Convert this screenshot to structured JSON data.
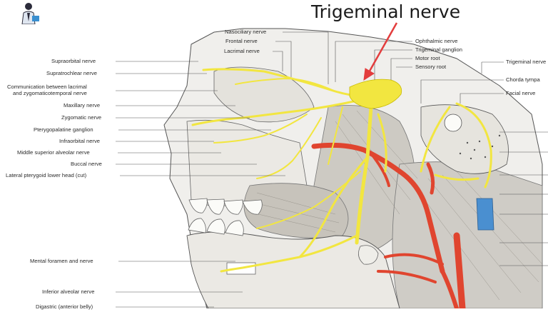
{
  "title": "Trigeminal nerve",
  "colors": {
    "nerve": "#f2e640",
    "artery": "#e0452f",
    "vein": "#4a8fd0",
    "arrow": "#e33d3d",
    "bone": "#f0efec",
    "muscle": "#c9c6c0"
  },
  "left_labels": [
    {
      "id": "supraorbital",
      "text": "Supraorbital nerve"
    },
    {
      "id": "supratrochlear",
      "text": "Supratrochlear nerve"
    },
    {
      "id": "comm1",
      "text": "Communication between lacrimal"
    },
    {
      "id": "comm2",
      "text": "and zygomaticotemporal nerve"
    },
    {
      "id": "maxillary",
      "text": "Maxillary nerve"
    },
    {
      "id": "zygomatic",
      "text": "Zygomatic nerve"
    },
    {
      "id": "pterygopalatine",
      "text": "Pterygopalatine ganglion"
    },
    {
      "id": "infraorbital",
      "text": "Infraorbital nerve"
    },
    {
      "id": "msa",
      "text": "Middle superior alveolar nerve"
    },
    {
      "id": "buccal",
      "text": "Buccal nerve"
    },
    {
      "id": "lateral_pterygoid",
      "text": "Lateral pterygoid lower head (cut)"
    },
    {
      "id": "mental",
      "text": "Mental foramen and nerve"
    },
    {
      "id": "inferior_alveolar",
      "text": "Inferior alveolar nerve"
    },
    {
      "id": "digastric",
      "text": "Digastric (anterior belly)"
    }
  ],
  "top_labels": [
    {
      "id": "nasociliary",
      "text": "Nasociliary nerve"
    },
    {
      "id": "frontal",
      "text": "Frontal nerve"
    },
    {
      "id": "lacrimal",
      "text": "Lacrimal nerve"
    }
  ],
  "right_labels": [
    {
      "id": "ophthalmic",
      "text": "Ophthalmic nerve"
    },
    {
      "id": "trig_ganglion",
      "text": "Trigeminal ganglion"
    },
    {
      "id": "motor_root",
      "text": "Motor root"
    },
    {
      "id": "sensory_root",
      "text": "Sensory root"
    },
    {
      "id": "trig_nerve",
      "text": "Trigeminal nerve"
    },
    {
      "id": "chorda",
      "text": "Chorda tympa"
    },
    {
      "id": "facial",
      "text": "Facial nerve"
    }
  ]
}
